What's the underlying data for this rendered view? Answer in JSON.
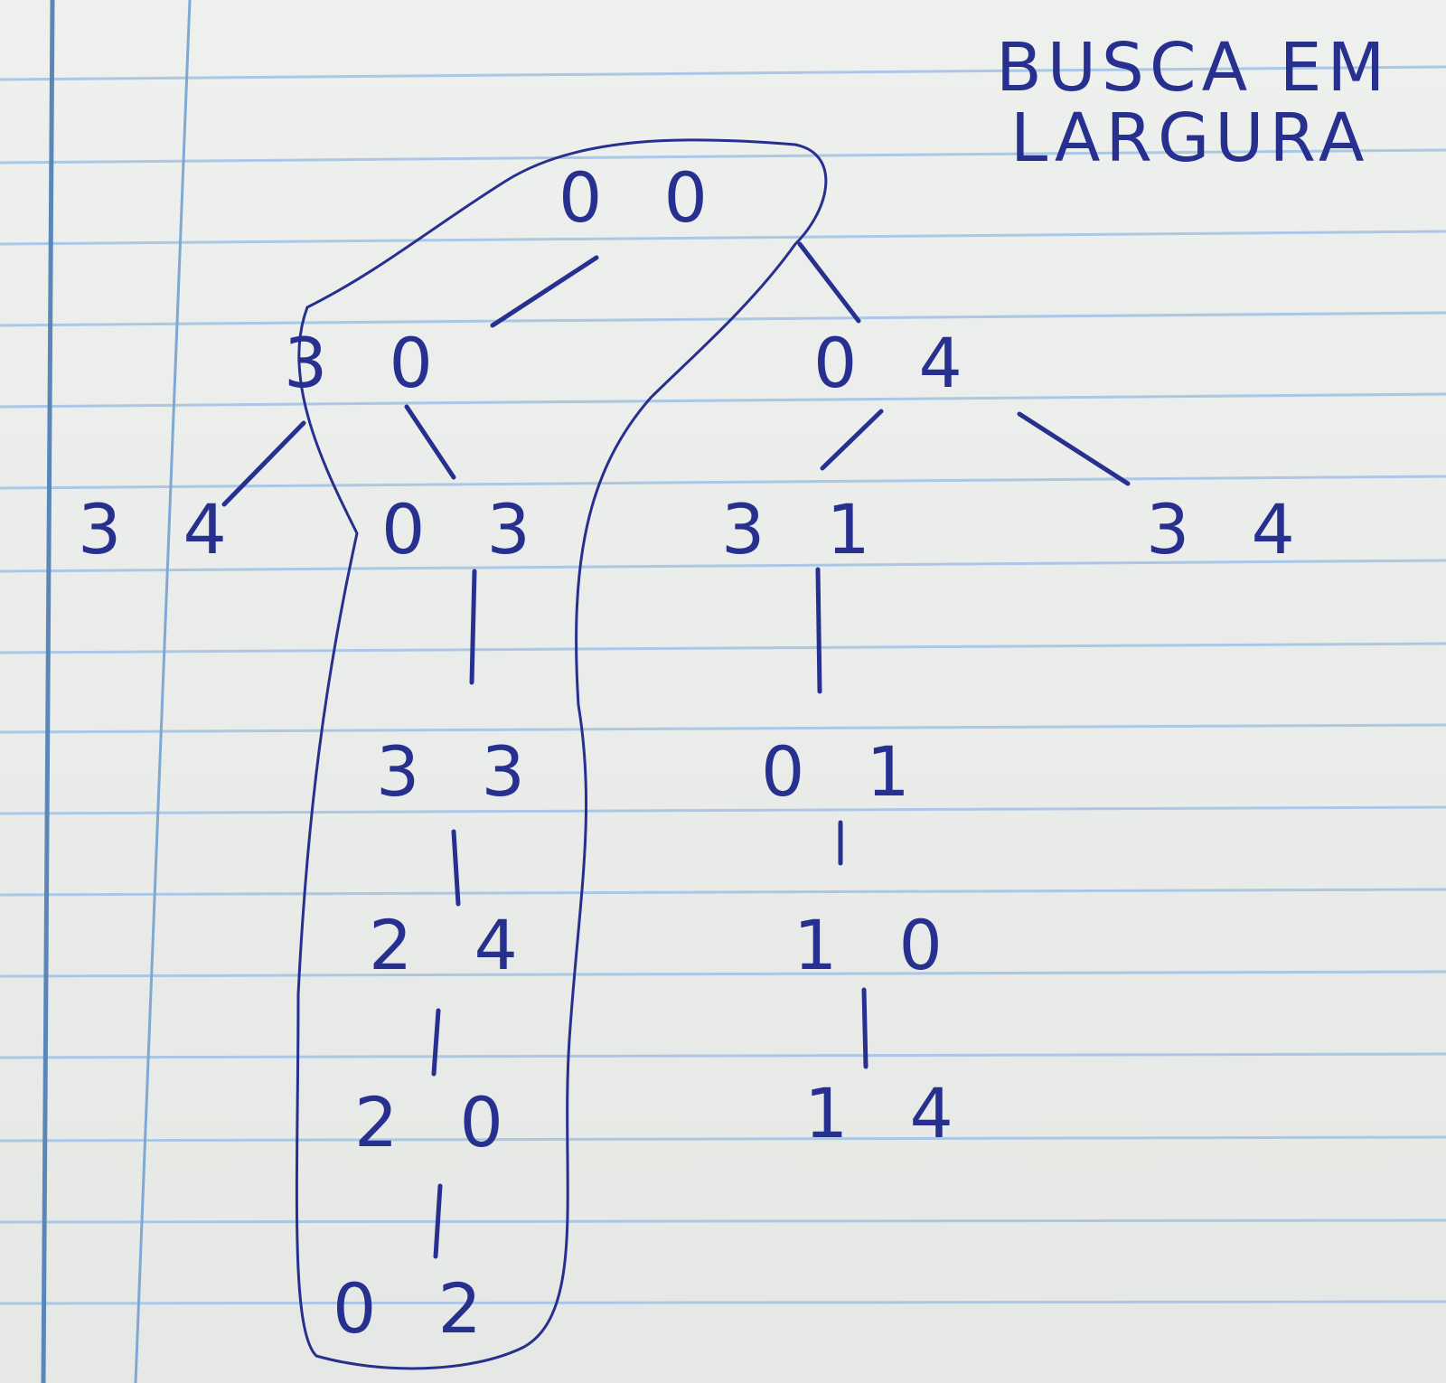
{
  "title": {
    "line1": "BUSCA EM",
    "line2": "LARGURA"
  },
  "tree": {
    "nodes": [
      {
        "id": "n00",
        "label": "0 0",
        "level": 0
      },
      {
        "id": "n30",
        "label": "3 0",
        "level": 1
      },
      {
        "id": "n04",
        "label": "0 4",
        "level": 1
      },
      {
        "id": "n34a",
        "label": "3 4",
        "level": 2
      },
      {
        "id": "n03",
        "label": "0 3",
        "level": 2
      },
      {
        "id": "n31",
        "label": "3 1",
        "level": 2
      },
      {
        "id": "n34b",
        "label": "3 4",
        "level": 2
      },
      {
        "id": "n33",
        "label": "3 3",
        "level": 3
      },
      {
        "id": "n01",
        "label": "0 1",
        "level": 3
      },
      {
        "id": "n24",
        "label": "2 4",
        "level": 4
      },
      {
        "id": "n10",
        "label": "1 0",
        "level": 4
      },
      {
        "id": "n20",
        "label": "2 0",
        "level": 5
      },
      {
        "id": "n14",
        "label": "1 4",
        "level": 5
      },
      {
        "id": "n02",
        "label": "0 2",
        "level": 6
      }
    ],
    "edges": [
      [
        "n00",
        "n30"
      ],
      [
        "n00",
        "n04"
      ],
      [
        "n30",
        "n34a"
      ],
      [
        "n30",
        "n03"
      ],
      [
        "n04",
        "n31"
      ],
      [
        "n04",
        "n34b"
      ],
      [
        "n03",
        "n33"
      ],
      [
        "n31",
        "n01"
      ],
      [
        "n33",
        "n24"
      ],
      [
        "n01",
        "n10"
      ],
      [
        "n24",
        "n20"
      ],
      [
        "n10",
        "n14"
      ],
      [
        "n20",
        "n02"
      ]
    ],
    "highlighted_path": [
      "n00",
      "n30",
      "n03",
      "n33",
      "n24",
      "n20",
      "n02"
    ]
  },
  "colors": {
    "ink": "#27308f",
    "ruled_line": "#a9c8e6",
    "margin_line": "#7fa9d2",
    "paper": "#eceeec"
  }
}
